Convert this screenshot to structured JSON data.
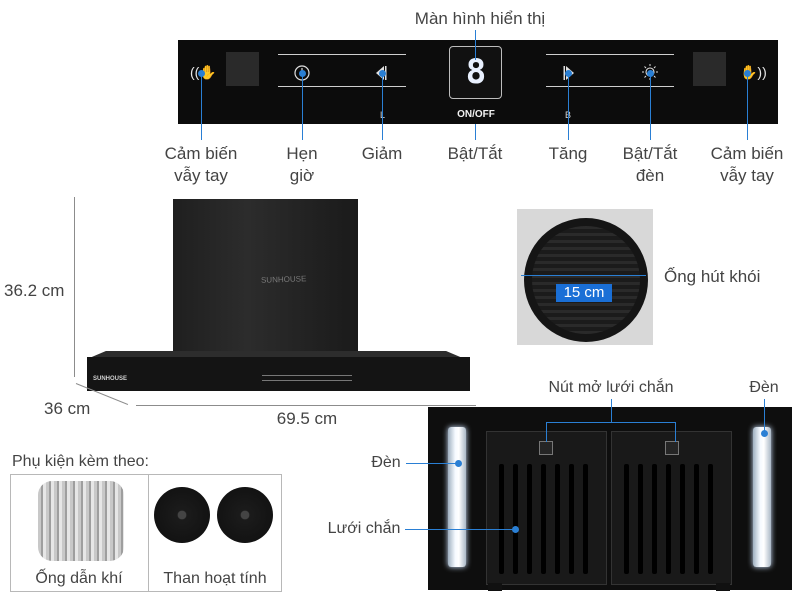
{
  "panel": {
    "display_digit": "8",
    "display_caption": "ON/OFF",
    "left_mark": "L",
    "right_mark": "B"
  },
  "labels": {
    "display": "Màn hình hiển thị",
    "wave_left_line1": "Cảm biến",
    "wave_left_line2": "vẫy tay",
    "timer_line1": "Hẹn",
    "timer_line2": "giờ",
    "decrease": "Giảm",
    "power": "Bật/Tắt",
    "increase": "Tăng",
    "light_line1": "Bật/Tắt",
    "light_line2": "đèn",
    "wave_right_line1": "Cảm biến",
    "wave_right_line2": "vẫy tay"
  },
  "hood": {
    "brand": "SUNHOUSE",
    "height": "36.2 cm",
    "depth": "36 cm",
    "width": "69.5 cm"
  },
  "pipe": {
    "diameter": "15 cm",
    "caption": "Ống hút khói"
  },
  "accessories": {
    "title": "Phụ kiện kèm theo:",
    "item1": "Ống dẫn khí",
    "item2": "Than hoạt tính"
  },
  "bottom": {
    "release_button": "Nút mở lưới chắn",
    "lamp_right": "Đèn",
    "lamp_left": "Đèn",
    "filter": "Lưới chắn"
  },
  "colors": {
    "accent": "#2a7fd4",
    "tag": "#1a6fd6",
    "panel": "#0c0c0c"
  }
}
